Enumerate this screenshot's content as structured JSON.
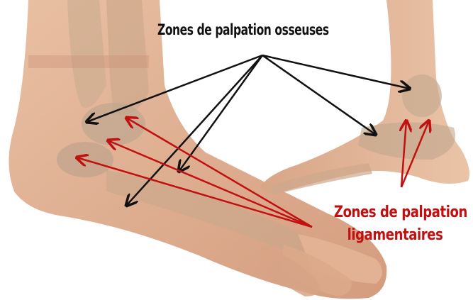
{
  "labels": {
    "bone_zones": "Zones de palpation osseuses",
    "ligament_zones_line1": "Zones de palpation",
    "ligament_zones_line2": "ligamentaires"
  },
  "colors": {
    "bone_arrow": "#111111",
    "ligament_arrow": "#c01010",
    "skin": "#e8b89a",
    "skin_shadow": "#c9917a",
    "bone": "#b8a893"
  }
}
